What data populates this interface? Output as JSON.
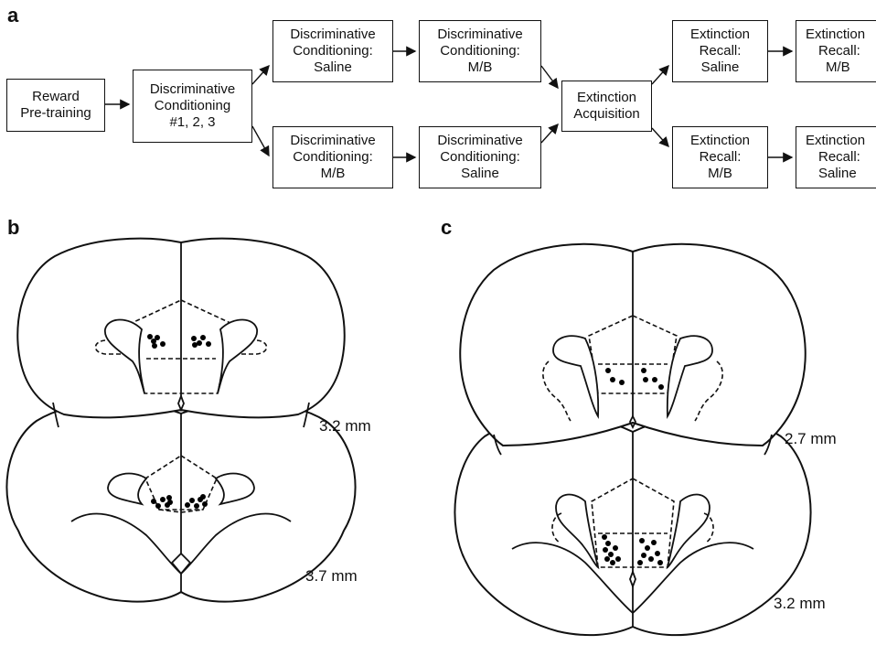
{
  "panels": {
    "a": "a",
    "b": "b",
    "c": "c"
  },
  "flow": {
    "reward": [
      "Reward",
      "Pre-training"
    ],
    "disc123": [
      "Discriminative",
      "Conditioning",
      "#1, 2, 3"
    ],
    "disc_saline_top": [
      "Discriminative",
      "Conditioning:",
      "Saline"
    ],
    "disc_mb_top": [
      "Discriminative",
      "Conditioning:",
      "M/B"
    ],
    "disc_mb_bottom": [
      "Discriminative",
      "Conditioning:",
      "M/B"
    ],
    "disc_saline_bottom": [
      "Discriminative",
      "Conditioning:",
      "Saline"
    ],
    "ext_acq": [
      "Extinction",
      "Acquisition"
    ],
    "recall_saline_top": [
      "Extinction",
      "Recall:",
      "Saline"
    ],
    "recall_mb_top": [
      "Extinction",
      "Recall:",
      "M/B"
    ],
    "recall_mb_bottom": [
      "Extinction",
      "Recall:",
      "M/B"
    ],
    "recall_saline_bottom": [
      "Extinction",
      "Recall:",
      "Saline"
    ]
  },
  "sections": {
    "b_upper": "3.2 mm",
    "b_lower": "3.7 mm",
    "c_upper": "2.7  mm",
    "c_lower": "3.2 mm"
  }
}
